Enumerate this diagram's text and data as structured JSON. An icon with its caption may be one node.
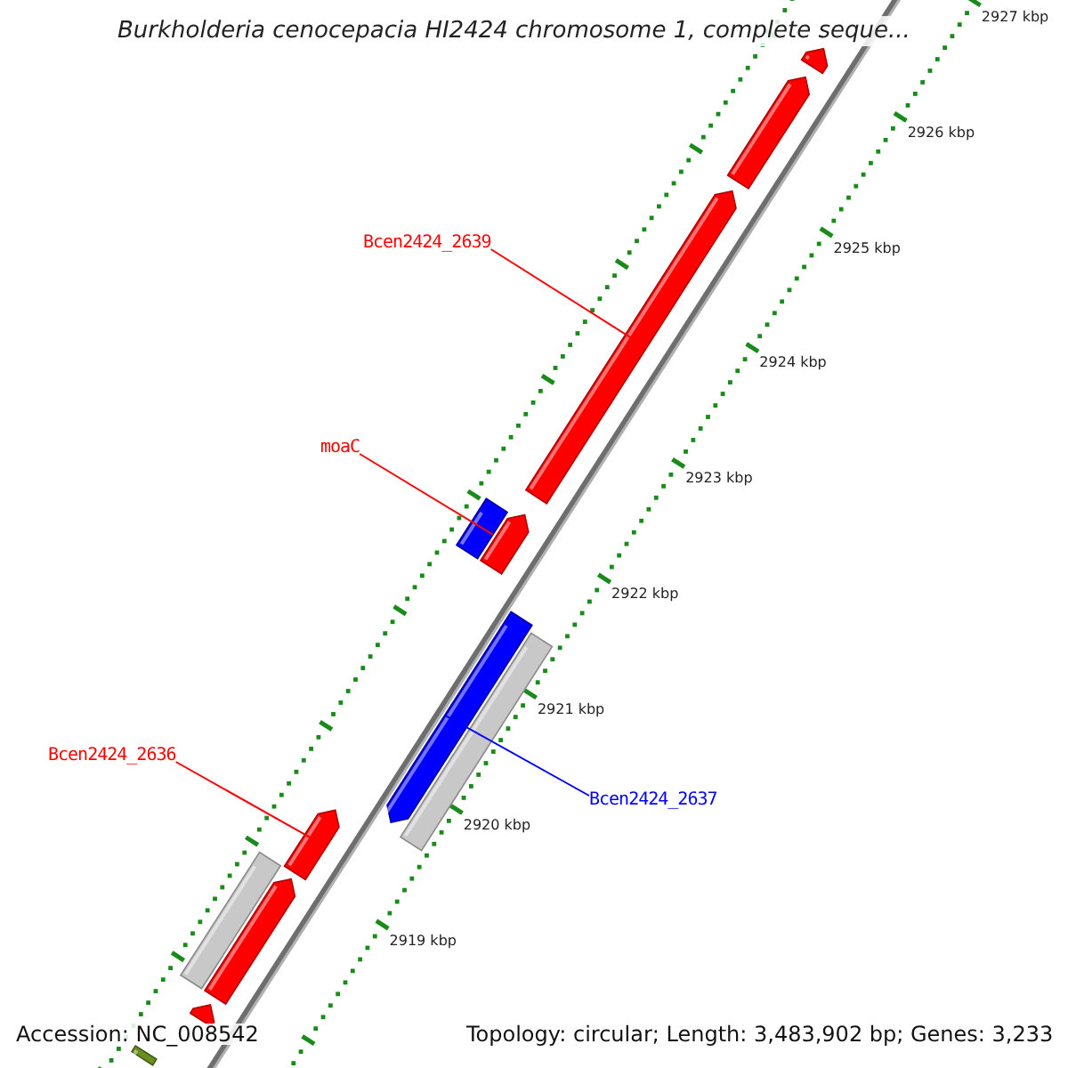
{
  "diagram": {
    "title": "Burkholderia cenocepacia HI2424 chromosome 1, complete seque...",
    "nodes": [
      {
        "text": [
          "Bcen2424_2639"
        ]
      },
      {
        "text": [
          "moaC"
        ]
      },
      {
        "text": [
          "Bcen2424_2636"
        ]
      },
      {
        "text": [
          "Bcen2424_2637"
        ]
      },
      {
        "text": [],
        "shape": "arrow"
      },
      {
        "text": [],
        "shape": "arrow"
      },
      {
        "text": [],
        "shape": "arrow"
      },
      {
        "text": [],
        "shape": "bar"
      },
      {
        "text": [],
        "shape": "arrow"
      },
      {
        "text": [],
        "shape": "arrow"
      },
      {
        "text": [],
        "shape": "bar"
      },
      {
        "text": [],
        "shape": "arrow"
      },
      {
        "text": [],
        "shape": "bar"
      },
      {
        "text": [],
        "shape": "arrow"
      },
      {
        "text": [],
        "shape": "arrow"
      },
      {
        "text": [],
        "shape": "bar"
      }
    ],
    "edges": [
      {
        "from": 0,
        "to": 6,
        "arrow": "none"
      },
      {
        "from": 1,
        "to": 7,
        "arrow": "none"
      },
      {
        "from": 2,
        "to": 11,
        "arrow": "none"
      },
      {
        "from": 3,
        "to": 9,
        "arrow": "none",
        "color": "#0000ff"
      }
    ],
    "labels": [
      "2927 kbp",
      "2926 kbp",
      "2925 kbp",
      "2924 kbp",
      "2923 kbp",
      "2922 kbp",
      "2921 kbp",
      "2920 kbp",
      "2919 kbp",
      "Accession: NC_008542",
      "Topology: circular; Length: 3,483,902 bp; Genes: 3,233"
    ]
  }
}
